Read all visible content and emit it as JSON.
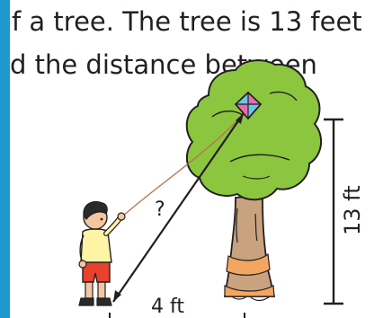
{
  "text": {
    "line1": "f a tree. The tree is 13 feet",
    "line2": "d the distance between"
  },
  "figure": {
    "question_label": "?",
    "base_label": "4 ft",
    "height_label": "13 ft"
  },
  "colors": {
    "accent_bar": "#1f97cf",
    "foliage": "#8cc63f",
    "trunk": "#c9a27f",
    "trunk_band": "#f2a660",
    "kite_pink": "#e46fa8",
    "kite_blue": "#6ac6e8"
  }
}
